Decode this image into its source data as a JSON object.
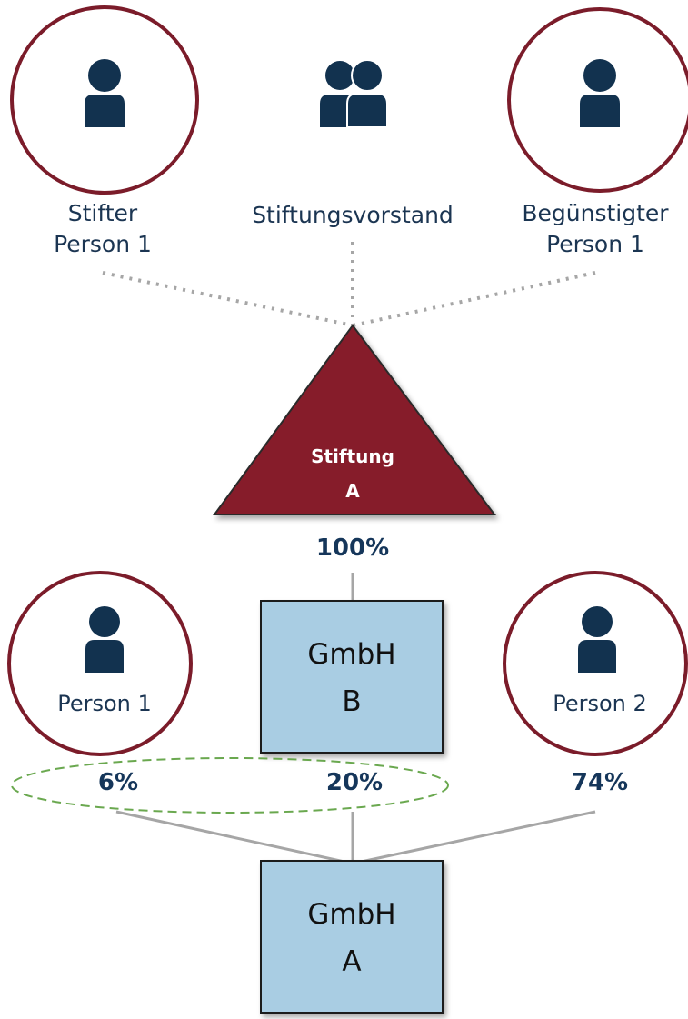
{
  "colors": {
    "circle_border": "#7b1c2a",
    "icon": "#12324f",
    "triangle_fill": "#861b29",
    "box_fill": "#a9cde3",
    "connector": "#a6a6a6",
    "dotted": "#a6a6a6",
    "ellipse_dash": "#6aa84f",
    "label_text": "#1b3552"
  },
  "top": {
    "stifter": {
      "line1": "Stifter",
      "line2": "Person 1",
      "icon": "person-icon"
    },
    "vorstand": {
      "label": "Stiftungsvorstand",
      "icon": "group-icon"
    },
    "beguenstigter": {
      "line1": "Begünstigter",
      "line2": "Person 1",
      "icon": "person-icon"
    }
  },
  "stiftung": {
    "line1": "Stiftung",
    "line2": "A",
    "share_label": "100%"
  },
  "gmbh_b": {
    "line1": "GmbH",
    "line2": "B",
    "share_label": "20%"
  },
  "person_left": {
    "label": "Person 1",
    "share_label": "6%",
    "icon": "person-icon"
  },
  "person_right": {
    "label": "Person 2",
    "share_label": "74%",
    "icon": "person-icon"
  },
  "gmbh_a": {
    "line1": "GmbH",
    "line2": "A"
  }
}
